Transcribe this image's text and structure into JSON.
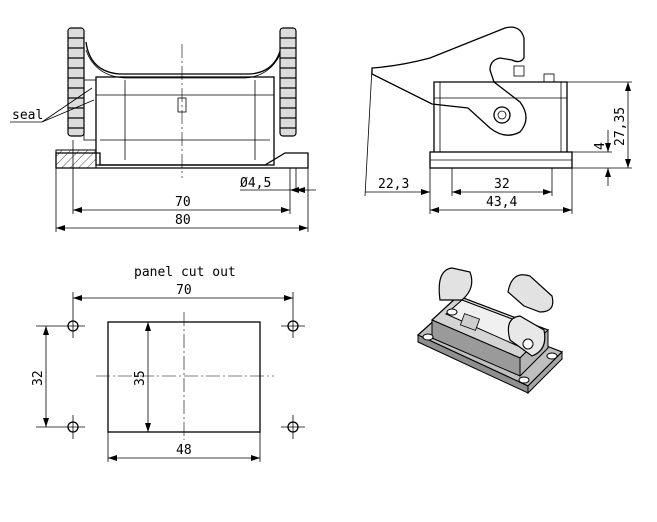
{
  "front_view": {
    "seal_label": "seal",
    "dim_hole": "Ø4,5",
    "dim_inner": "70",
    "dim_outer": "80"
  },
  "side_view": {
    "dim_lever": "22,3",
    "dim_base": "32",
    "dim_total": "43,4",
    "dim_offset": "4",
    "dim_height": "27,35"
  },
  "cutout": {
    "title": "panel cut out",
    "dim_hole_spacing_x": "70",
    "dim_hole_spacing_y": "32",
    "dim_cut_height": "35",
    "dim_cut_width": "48"
  }
}
